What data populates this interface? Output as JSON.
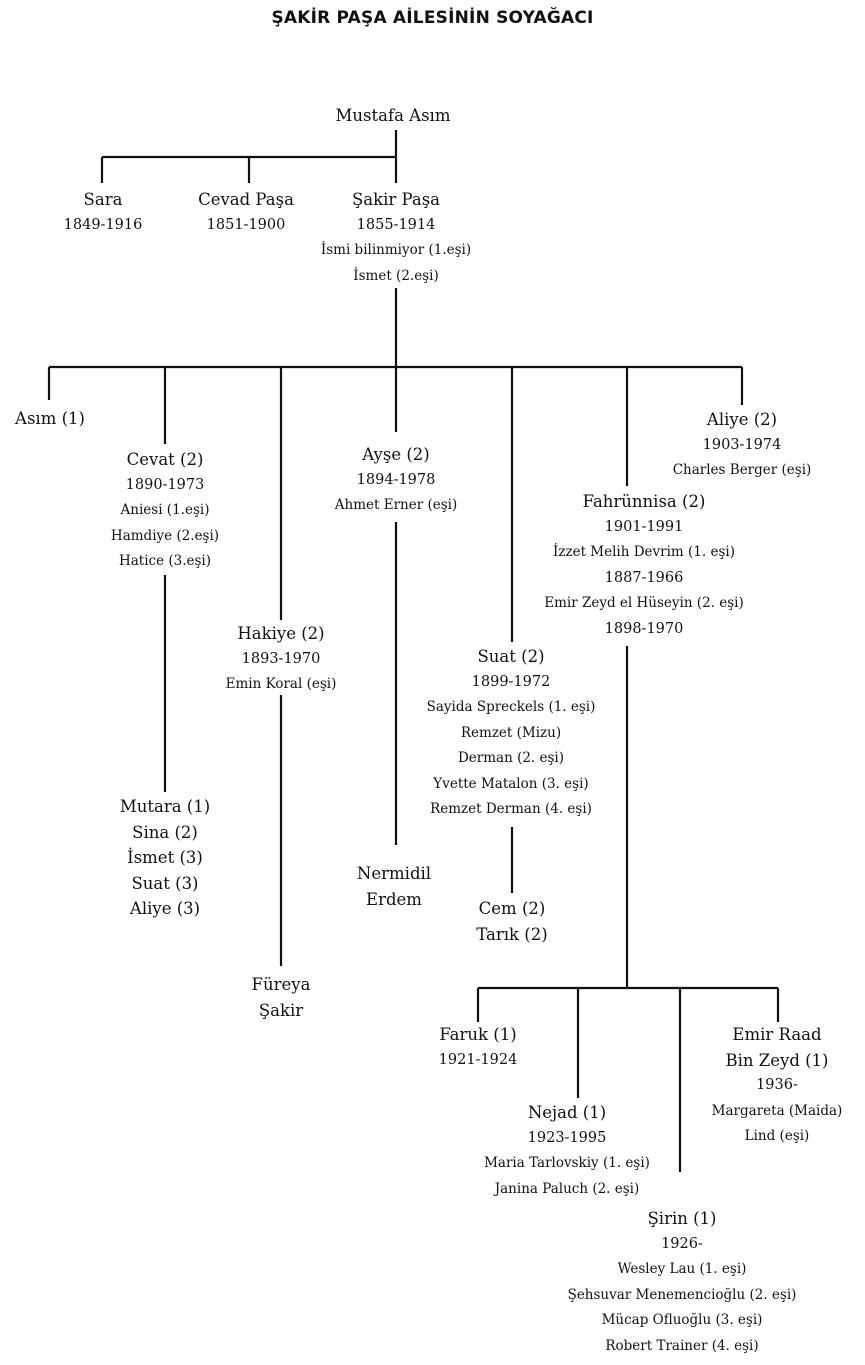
{
  "title": "ŞAKİR PAŞA AİLESİNİN SOYAĞACI",
  "root": {
    "name": "Mustafa Asım"
  },
  "generation1": [
    {
      "id": "sara",
      "name": "Sara",
      "dates": "1849-1916",
      "spouses": []
    },
    {
      "id": "cevad",
      "name": "Cevad Paşa",
      "dates": "1851-1900",
      "spouses": []
    },
    {
      "id": "sakir",
      "name": "Şakir Paşa",
      "dates": "1855-1914",
      "spouses": [
        "İsmi bilinmiyor (1.eşi)",
        "İsmet (2.eşi)"
      ]
    }
  ],
  "generation2": [
    {
      "id": "asim",
      "name": "Asım (1)",
      "dates": "",
      "spouses": []
    },
    {
      "id": "cevat",
      "name": "Cevat (2)",
      "dates": "1890-1973",
      "spouses": [
        "Aniesi (1.eşi)",
        "Hamdiye (2.eşi)",
        "Hatice (3.eşi)"
      ]
    },
    {
      "id": "hakiye",
      "name": "Hakiye (2)",
      "dates": "1893-1970",
      "spouses": [
        "Emin Koral (eşi)"
      ]
    },
    {
      "id": "ayse",
      "name": "Ayşe (2)",
      "dates": "1894-1978",
      "spouses": [
        "Ahmet Erner (eşi)"
      ]
    },
    {
      "id": "suat",
      "name": "Suat (2)",
      "dates": "1899-1972",
      "spouses": [
        "Sayida Spreckels (1. eşi)",
        "Remzet (Mizu)",
        "Derman (2. eşi)",
        "Yvette Matalon (3. eşi)",
        "Remzet Derman (4. eşi)"
      ]
    },
    {
      "id": "fahrunnisa",
      "name": "Fahrünnisa (2)",
      "dates": "1901-1991",
      "spouses": [
        "İzzet Melih Devrim (1. eşi)",
        "1887-1966",
        "Emir Zeyd el Hüseyin (2. eşi)",
        "1898-1970"
      ]
    },
    {
      "id": "aliye",
      "name": "Aliye (2)",
      "dates": "1903-1974",
      "spouses": [
        "Charles Berger (eşi)"
      ]
    }
  ],
  "descendants": {
    "cevat": [
      "Mutara (1)",
      "Sina (2)",
      "İsmet (3)",
      "Suat (3)",
      "Aliye (3)"
    ],
    "hakiye": [
      "Füreya",
      "Şakir"
    ],
    "ayse": [
      "Nermidil",
      "Erdem"
    ],
    "suat": [
      "Cem (2)",
      "Tarık (2)"
    ]
  },
  "fahrunnisa_children": [
    {
      "id": "faruk",
      "lines": [
        "Faruk (1)"
      ],
      "dates": "1921-1924",
      "spouses": []
    },
    {
      "id": "nejad",
      "lines": [
        "Nejad (1)"
      ],
      "dates": "1923-1995",
      "spouses": [
        "Maria Tarlovskiy (1. eşi)",
        "Janina Paluch (2. eşi)"
      ]
    },
    {
      "id": "sirin",
      "lines": [
        "Şirin (1)"
      ],
      "dates": "1926-",
      "spouses": [
        "Wesley Lau (1. eşi)",
        "Şehsuvar Menemencioğlu (2. eşi)",
        "Mücap Ofluoğlu (3. eşi)",
        "Robert Trainer (4. eşi)"
      ]
    },
    {
      "id": "raad",
      "lines": [
        "Emir Raad",
        "Bin Zeyd (1)"
      ],
      "dates": "1936-",
      "spouses": [
        "Margareta (Maida)",
        "Lind (eşi)"
      ]
    }
  ]
}
